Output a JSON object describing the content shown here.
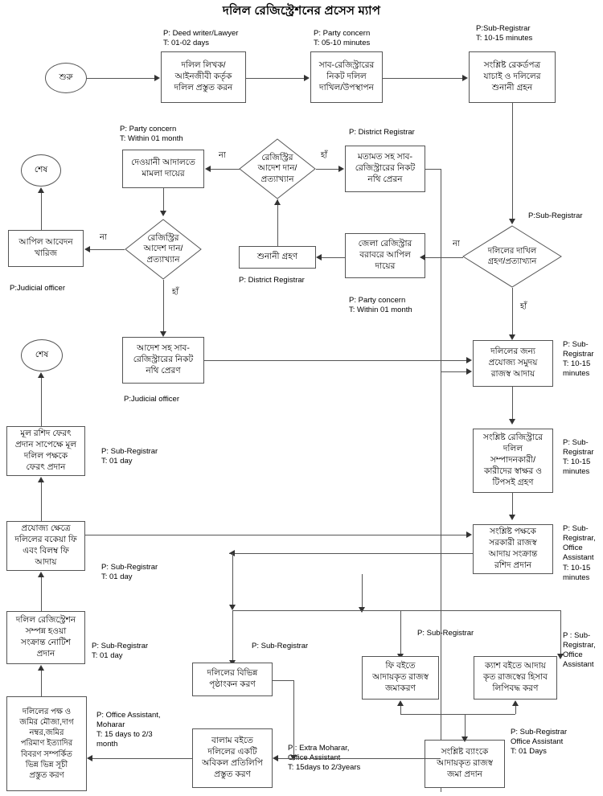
{
  "title": "দলিল রেজিস্ট্রেশনের প্রসেস ম্যাপ",
  "nodes": {
    "start": "শুরু",
    "deed_prepare": "দলিল লিখক/\nআইনজীবী কর্তৃক\nদলিল প্রস্তুত করন",
    "submit_subregistrar": "সাব-রেজিস্ট্রারের\nনিকট দলিল\nদাখিল/উপস্থাপন",
    "verify_records": "সংশ্লিষ্ট রেকর্ডপত্র\nযাচাই ও দলিলের\nশুনানী গ্রহন",
    "civil_court_case": "দেওয়ানী আদালতে\nমামলা দায়ের",
    "opinion_send_file": "মতামত সহ সাব-\nরেজিস্ট্রারের নিকট\nনথি প্রেরন",
    "appeal_rejected": "আপিল আবেদন\nখারিজ",
    "hearing": "শুনানী গ্রহণ",
    "appeal_district": "জেলা রেজিস্ট্রার\nবরাবরে আপিল\nদায়ের",
    "order_send_file": "আদেশ সহ সাব-\nরেজিস্ট্রারের নিকট\nনথি প্রেরণ",
    "end1": "শেষ",
    "end2": "শেষ",
    "collect_revenue": "দলিলের জন্য\nপ্রযোজ্য সমুদয়\nরাজস্ব আদায়",
    "signature": "সংশ্লিষ্ট রেজিস্ট্রারে\nদলিল\nসম্পাদনকারী/\nকারীদের স্বাক্ষর ও\nটিপসই গ্রহণ",
    "receipt": "সংশ্লিষ্ট পক্ষকে\nসরকারী রাজস্ব\nআদায় সংক্রান্ত\nরশিদ প্রদান",
    "return_original": "মূল রশিদ ফেরৎ\nপ্রদান সাপেক্ষে মূল\nদলিল পক্ষকে\nফেরৎ প্রদান",
    "arrear_fee": "প্রযোজ্য ক্ষেত্রে\nদলিলের বকেয়া ফি\nএবং বিলম্ব ফি\nআদায়",
    "notice": "দলিল রেজিস্ট্রেশন\nসম্পন্ন হওয়া\nসংক্রান্ত নোটিশ\nপ্রদান",
    "index_prepare": "দলিলের পক্ষ ও\nজমির মৌজা,দাগ\nনম্বর,জমির\nপরিমাণ ইত্যাদির\nবিবরণ সম্পর্কিত\nভিন্ন ভিন্ন সূচী\nপ্রস্তুত করণ",
    "page_marking": "দলিলের বিভিন্ন\nপৃষ্ঠাংকন করণ",
    "fee_book": "ফি বইতে\nআদায়কৃত রাজস্ব\nজমাকরণ",
    "cash_book": "ক্যাশ বইতে আদায়\nকৃত রাজস্বের হিসাব\nলিপিবদ্ধ করণ",
    "balam_copy": "বালাম বইতে\nদলিলের একটি\nঅবিকল প্রতিলিপি\nপ্রস্তুত করণ",
    "bank_deposit": "সংশ্লিষ্ট ব্যাংকে\nআদায়কৃত রাজস্ব\nজমা প্রদান"
  },
  "decisions": {
    "reg_order_1": "রেজিস্ট্রির\nআদেশ দান/\nপ্রত্যাখ্যান",
    "reg_order_2": "রেজিস্ট্রির\nআদেশ দান/\nপ্রত্যাখ্যান",
    "submit_accept": "দলিলের দাখিল\nগ্রহণ/প্রত্যাখ্যান"
  },
  "edge_labels": {
    "no1": "না",
    "no2": "না",
    "no3": "না",
    "yes1": "হাঁ",
    "yes2": "হাঁ",
    "yes3": "হাঁ"
  },
  "annotations": {
    "a_deed": "P: Deed writer/Lawyer\nT: 01-02 days",
    "a_submit": "P: Party concern\nT: 05-10 minutes",
    "a_verify": "P:Sub-Registrar\nT: 10-15 minutes",
    "a_civil": "P: Party concern\nT: Within 01 month",
    "a_district_top": "P: District Registrar",
    "a_district_hearing": "P: District Registrar",
    "a_judicial_appeal": "P:Judicial officer",
    "a_appeal_party": "P: Party concern\nT: Within 01 month",
    "a_judicial_order": "P:Judicial officer",
    "a_subreg_right": "P:Sub-Registrar",
    "a_revenue": "P: Sub-\nRegistrar\nT: 10-15\nminutes",
    "a_signature": "P: Sub-\nRegistrar\nT: 10-15\nminutes",
    "a_receipt": "P: Sub-\nRegistrar,\nOffice\nAssistant\nT: 10-15\nminutes",
    "a_return": "P: Sub-Registrar\nT: 01 day",
    "a_arrear": "P: Sub-Registrar\nT: 01 day",
    "a_notice": "P: Sub-Registrar\nT: 01 day",
    "a_index": "P: Office Assistant,\nMoharar\nT: 15 days to 2/3\nmonth",
    "a_page_marking": "P: Sub-Registrar",
    "a_fee_book": "P: Sub-Registrar",
    "a_cash_book": "P : Sub-\nRegistrar,\nOffice\nAssistant",
    "a_balam": "P : Extra Moharar,\nOffice Assistant\nT: 15days to 2/3years",
    "a_bank": "P: Sub-Registrar\nOffice Assistant\nT: 01 Days"
  }
}
